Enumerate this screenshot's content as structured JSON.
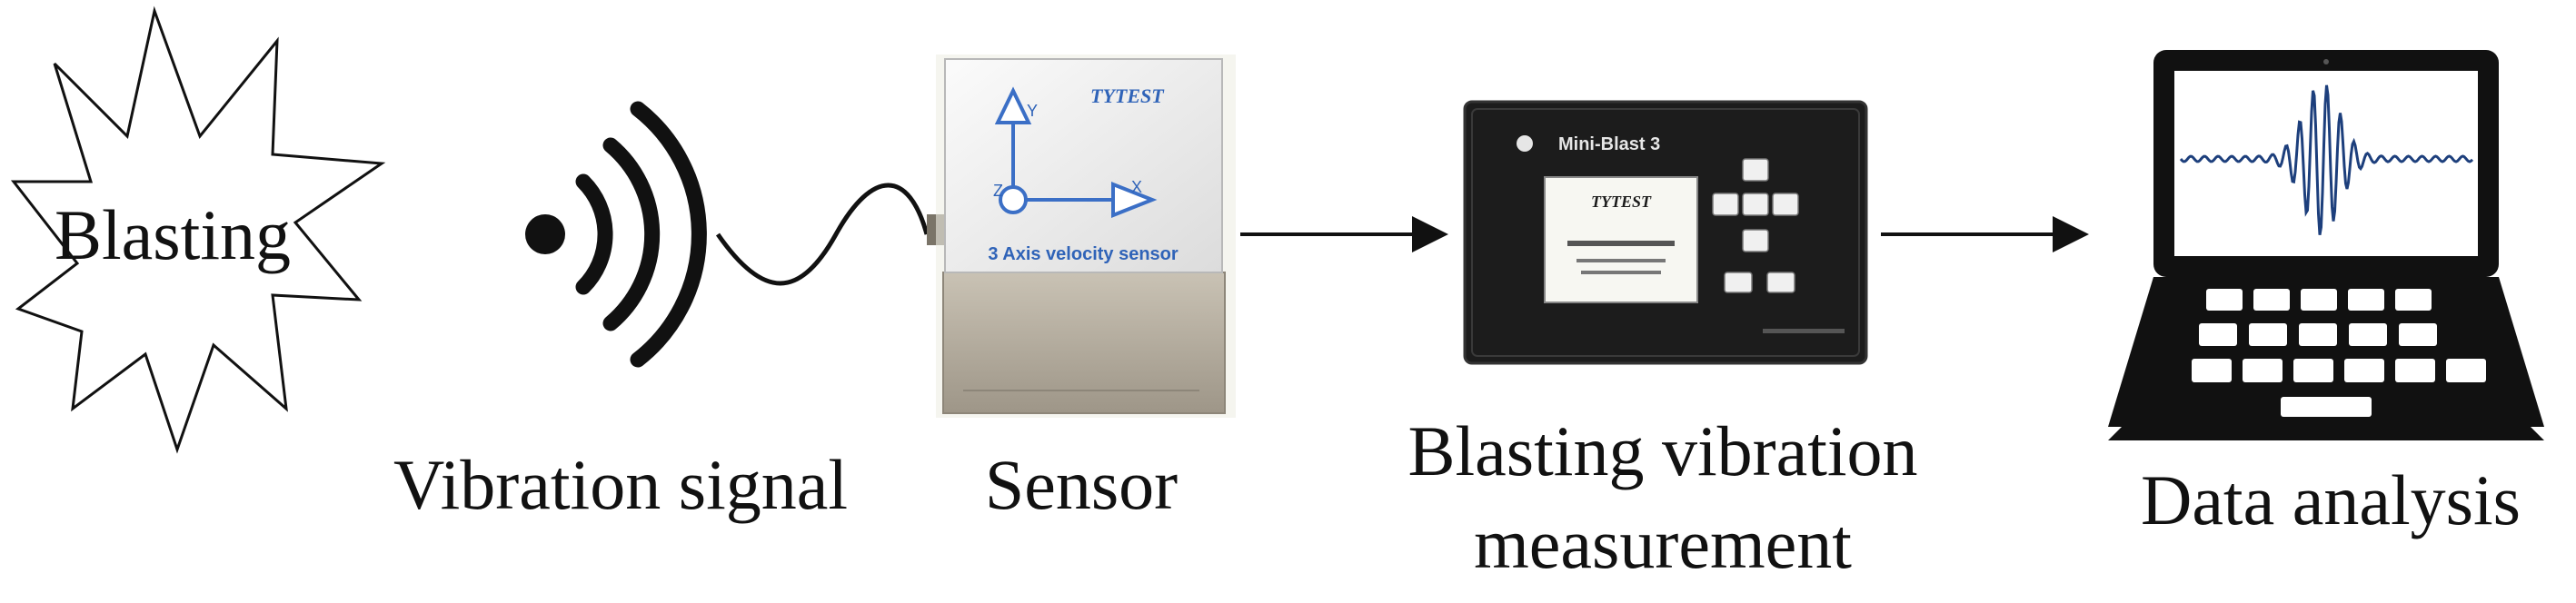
{
  "stages": {
    "blast_label": "Blasting",
    "vibration_label": "Vibration signal",
    "sensor_label": "Sensor",
    "measurement_label_line1": "Blasting vibration",
    "measurement_label_line2": "measurement",
    "analysis_label": "Data analysis"
  },
  "sensor": {
    "brand": "TYTEST",
    "device_caption": "3 Axis velocity sensor",
    "axis_y": "Y",
    "axis_z": "Z",
    "axis_x": "X"
  },
  "recorder": {
    "brand": "TYTEST",
    "model": "Mini-Blast 3"
  },
  "colors": {
    "ink": "#111111",
    "sensor_face": "#f4f4f4",
    "sensor_body": "#b5aea0",
    "sensor_label_blue": "#2f63b8",
    "recorder_body": "#1c1c1c",
    "screen": "#f7f7f2",
    "waveform": "#1d3f7c"
  }
}
